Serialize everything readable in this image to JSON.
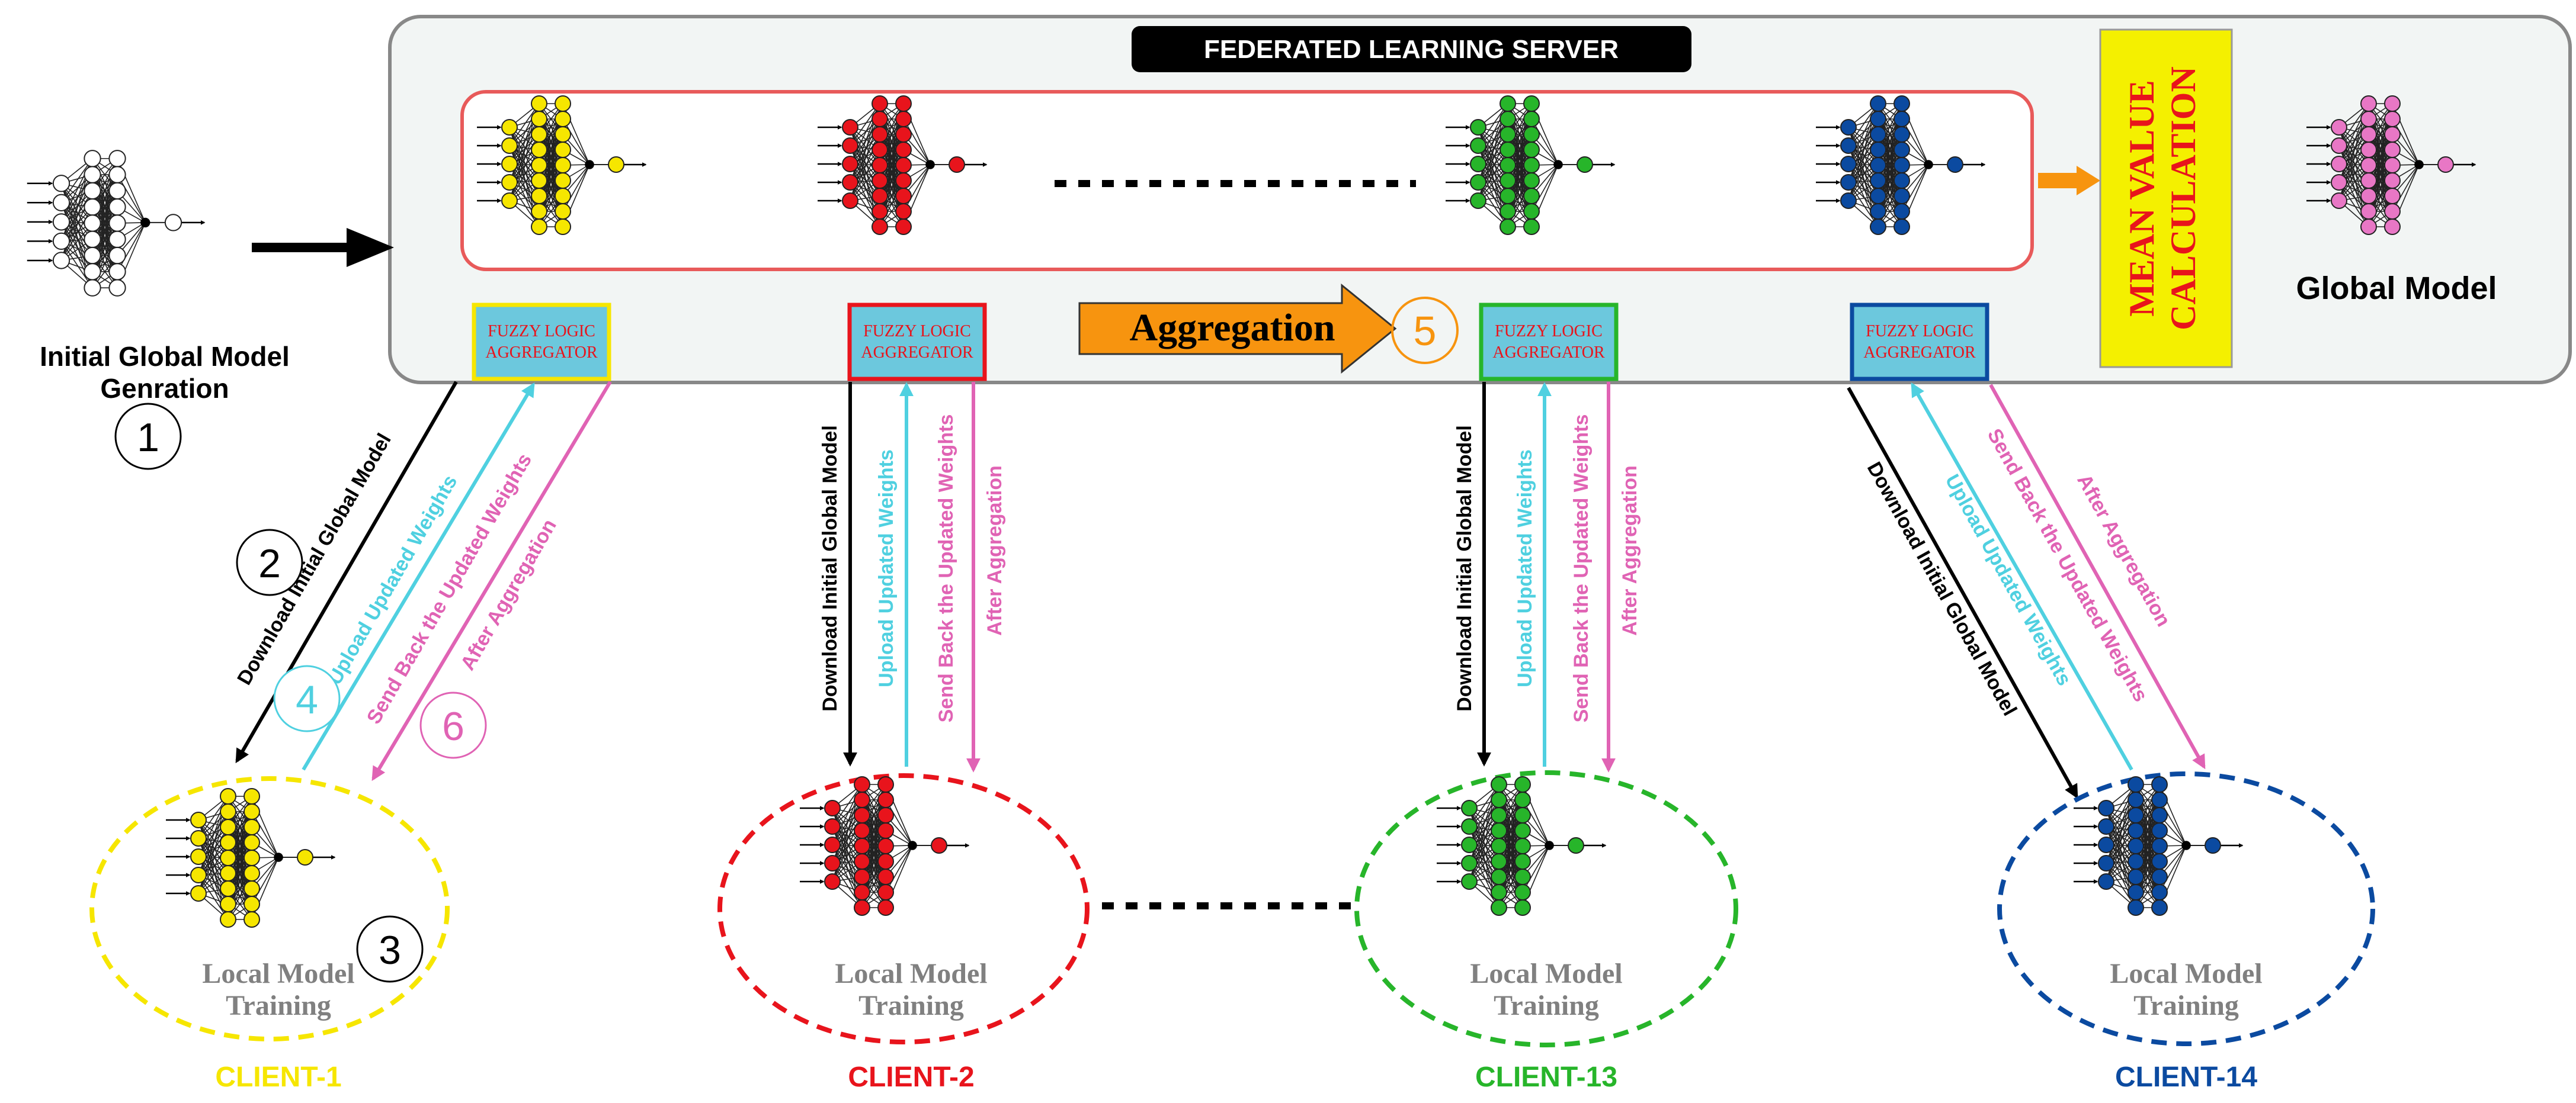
{
  "server": {
    "title": "FEDERATED LEARNING SERVER",
    "mean_value_line1": "MEAN VALUE",
    "mean_value_line2": "CALCULATION",
    "global_model_label": "Global Model",
    "aggregation_label": "Aggregation",
    "aggregation_step": "5",
    "aggregator_line1": "FUZZY LOGIC",
    "aggregator_line2": "AGGREGATOR"
  },
  "initial": {
    "label_line1": "Initial Global Model",
    "label_line2": "Genration",
    "step": "1"
  },
  "clients": [
    {
      "name": "CLIENT-1",
      "color": "#f6e600"
    },
    {
      "name": "CLIENT-2",
      "color": "#e8141c"
    },
    {
      "name": "CLIENT-13",
      "color": "#27b52a"
    },
    {
      "name": "CLIENT-14",
      "color": "#0b4aa0"
    }
  ],
  "local_training": {
    "line1": "Local Model",
    "line2": "Training"
  },
  "arrows": {
    "download": "Download Initial Global Model",
    "upload": "Upload Updated Weights",
    "send_back": "Send Back the Updated Weights",
    "after_aggregation": "After Aggregation"
  },
  "steps": {
    "two": "2",
    "three": "3",
    "four": "4",
    "six": "6"
  },
  "colors": {
    "download": "#000000",
    "upload": "#4fd0e0",
    "send_back": "#e063b4",
    "server_fill": "#f2f5f4",
    "server_border": "#888888",
    "mean_fill": "#f4f000",
    "mean_text": "#e8141c",
    "aggregation_fill": "#f7940f",
    "global_model": "#e877c5",
    "aggregator_fill": "#6cc8dd"
  },
  "icons": [
    "neural-network-icon",
    "arrow-right-icon"
  ]
}
